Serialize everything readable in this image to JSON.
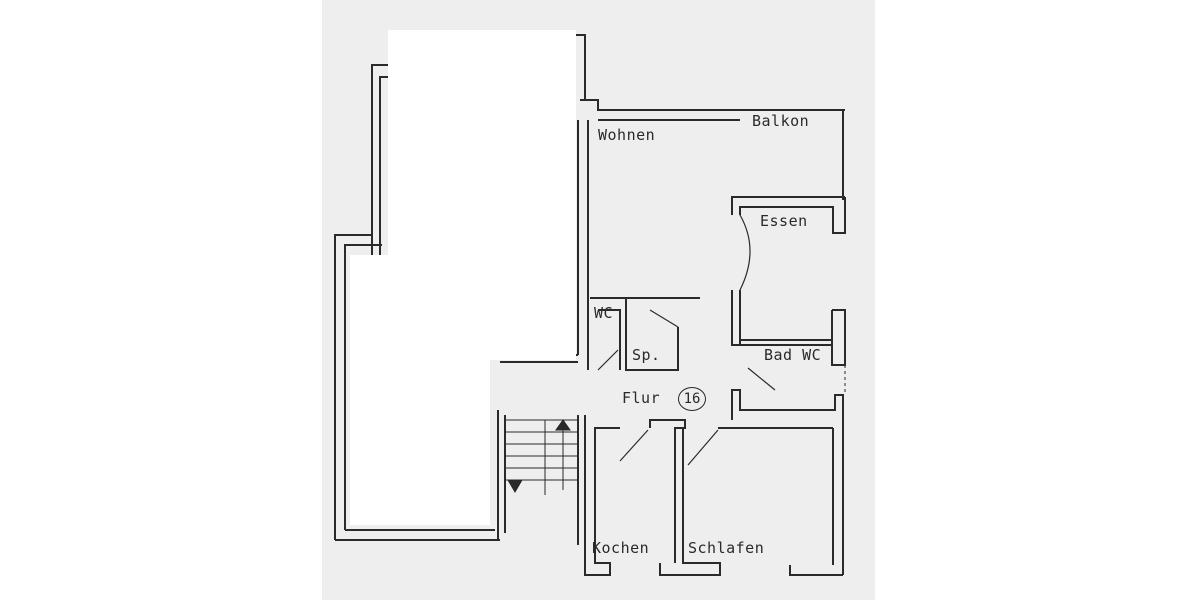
{
  "plan": {
    "unit_number": "16",
    "colors": {
      "paper": "#eeeeee",
      "ink": "#2a2a2a",
      "mask": "#ffffff"
    },
    "rooms": [
      {
        "id": "wohnen",
        "label": "Wohnen"
      },
      {
        "id": "balkon",
        "label": "Balkon"
      },
      {
        "id": "essen",
        "label": "Essen"
      },
      {
        "id": "wc",
        "label": "WC"
      },
      {
        "id": "sp",
        "label": "Sp."
      },
      {
        "id": "bad-wc",
        "label": "Bad WC"
      },
      {
        "id": "flur",
        "label": "Flur"
      },
      {
        "id": "kochen",
        "label": "Kochen"
      },
      {
        "id": "schlafen",
        "label": "Schlafen"
      }
    ]
  }
}
